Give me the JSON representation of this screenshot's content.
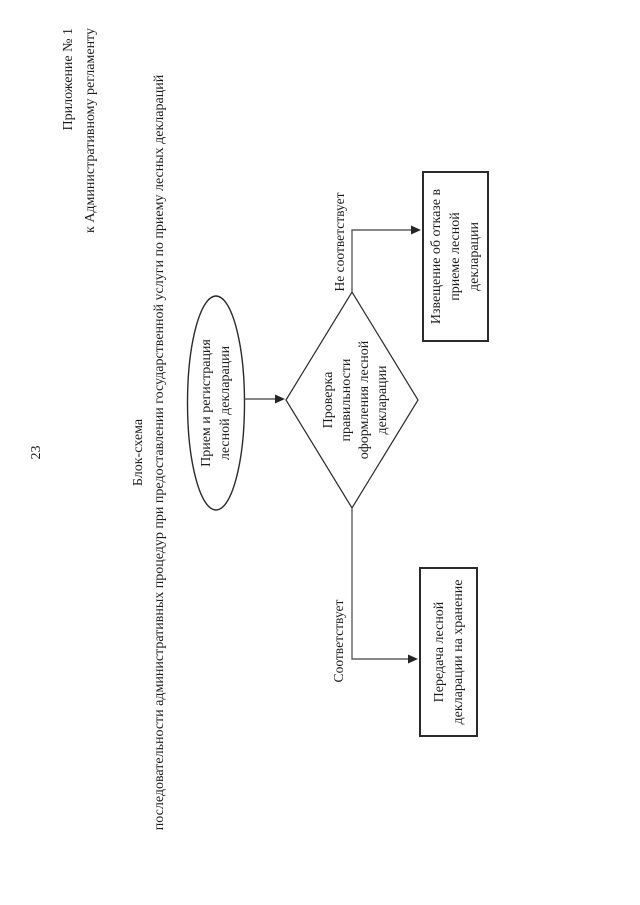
{
  "page": {
    "number": "23",
    "header": {
      "line1": "Приложение № 1",
      "line2": "к Административному регламенту"
    },
    "title": {
      "line1": "Блок-схема",
      "line2": "последовательности административных процедур при предоставлении государственной услуги по приему лесных деклараций"
    }
  },
  "flowchart": {
    "start": {
      "line1": "Прием и регистрация",
      "line2": "лесной декларации"
    },
    "decision": {
      "line1": "Проверка",
      "line2": "правильности",
      "line3": "оформления лесной",
      "line4": "декларации"
    },
    "no_label": "Не соответствует",
    "yes_label": "Соответствует",
    "no_box": {
      "line1": "Извещение об отказе в",
      "line2": "приеме лесной",
      "line3": "декларации"
    },
    "yes_box": {
      "line1": "Передача лесной",
      "line2": "декларации на хранение"
    }
  },
  "colors": {
    "paper": "#ffffff",
    "ink": "#1c1c1c",
    "shape_stroke": "#2b2b2b",
    "connector": "#5f5f5f"
  }
}
